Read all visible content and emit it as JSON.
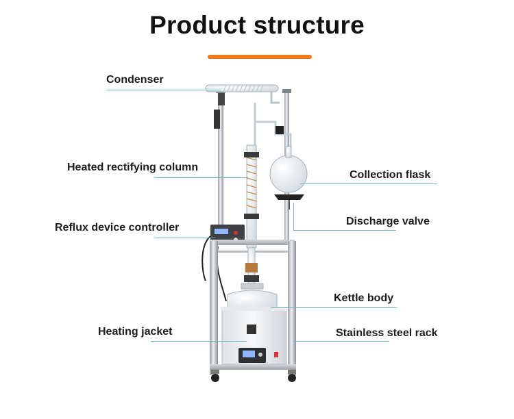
{
  "header": {
    "title": "Product structure",
    "accent_color": "#f07a1c"
  },
  "leader_color": "#6fb7c2",
  "labels": {
    "condenser": "Condenser",
    "heated_rectifying_column": "Heated rectifying column",
    "reflux_device_controller": "Reflux device controller",
    "heating_jacket": "Heating jacket",
    "collection_flask": "Collection  flask",
    "discharge_valve": "Discharge valve",
    "kettle_body": "Kettle body",
    "stainless_steel_rack": "Stainless steel rack"
  }
}
